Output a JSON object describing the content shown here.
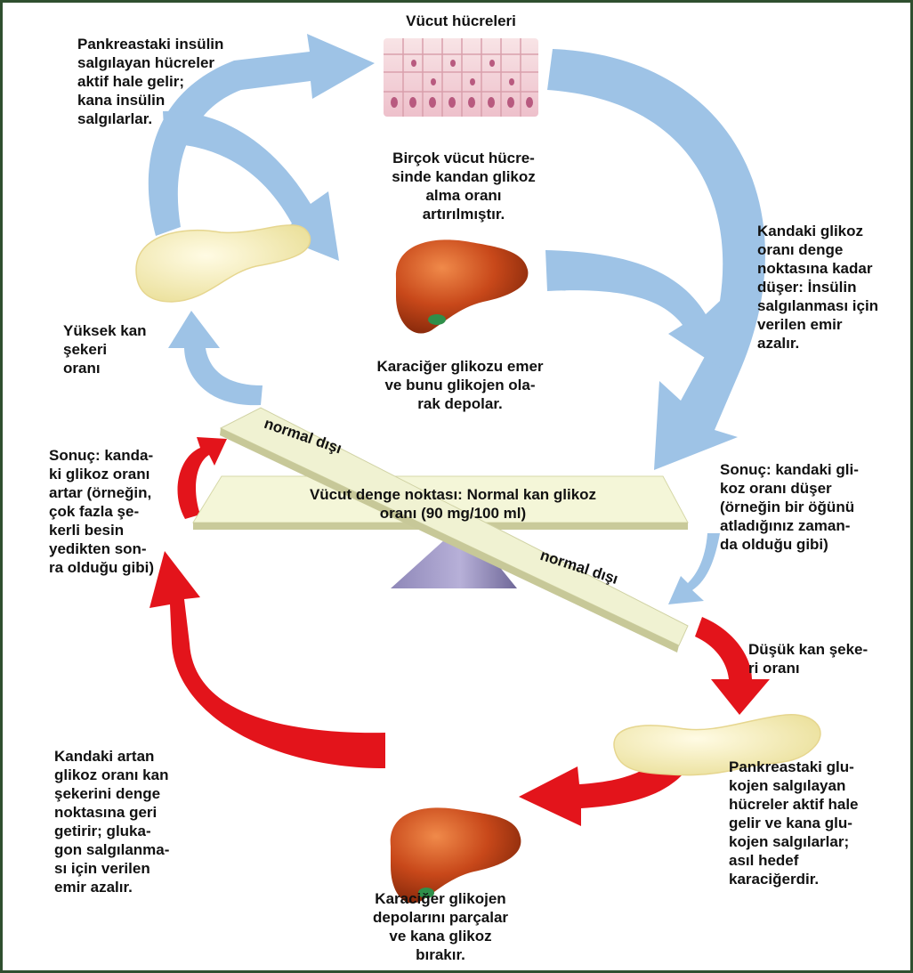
{
  "labels": {
    "body_cells": "Vücut hücreleri",
    "pancreas_insulin": "Pankreastaki insülin\nsalgılayan hücreler\naktif hale gelir;\nkana insülin\nsalgılarlar.",
    "uptake": "Birçok vücut hücre-\nsinde kandan glikoz\nalma oranı\nartırılmıştır.",
    "liver_stores": "Karaciğer glikozu emer\nve bunu glikojen ola-\nrak depolar.",
    "glucose_falls": "Kandaki glikoz\noranı denge\nnoktasına kadar\ndüşer: İnsülin\nsalgılanması için\nverilen emir\nazalır.",
    "high_sugar": "Yüksek kan\nşekeri\noranı",
    "result_rise": "Sonuç: kanda-\nki glikoz oranı\nartar (örneğin,\nçok fazla şe-\nkerli besin\nyedikten son-\nra olduğu gibi)",
    "abnormal_top": "normal dışı",
    "balance": "Vücut denge noktası: Normal kan glikoz\noranı (90 mg/100 ml)",
    "abnormal_bottom": "normal dışı",
    "result_fall": "Sonuç: kandaki gli-\nkoz oranı düşer\n(örneğin bir öğünü\natladığınız zaman-\nda olduğu gibi)",
    "low_sugar": "Düşük kan şeke-\nri oranı",
    "return_balance": "Kandaki artan\nglikoz oranı kan\nşekerini denge\nnoktasına geri\ngetirir; gluka-\ngon salgılanma-\nsı için verilen\nemir azalır.",
    "pancreas_glucagon": "Pankreastaki glu-\nkojen salgılayan\nhücreler aktif hale\ngelir ve kana glu-\nkojen salgılarlar;\nasıl hedef\nkaraciğerdir.",
    "liver_releases": "Karaciğer glikojen\ndepolarını parçalar\nve kana glikoz\nbırakır."
  },
  "colors": {
    "insulin_arrow": "#9ec3e6",
    "glucagon_arrow": "#e3141b",
    "liver": "#c8481a",
    "pancreas": "#f7efc0",
    "fulcrum": "#9b93c2",
    "platform": "#f4f6d8",
    "frame": "#2f4f2f"
  },
  "icons": [
    "body-cells-illustration",
    "pancreas-illustration",
    "liver-illustration",
    "seesaw-platform",
    "fulcrum"
  ]
}
